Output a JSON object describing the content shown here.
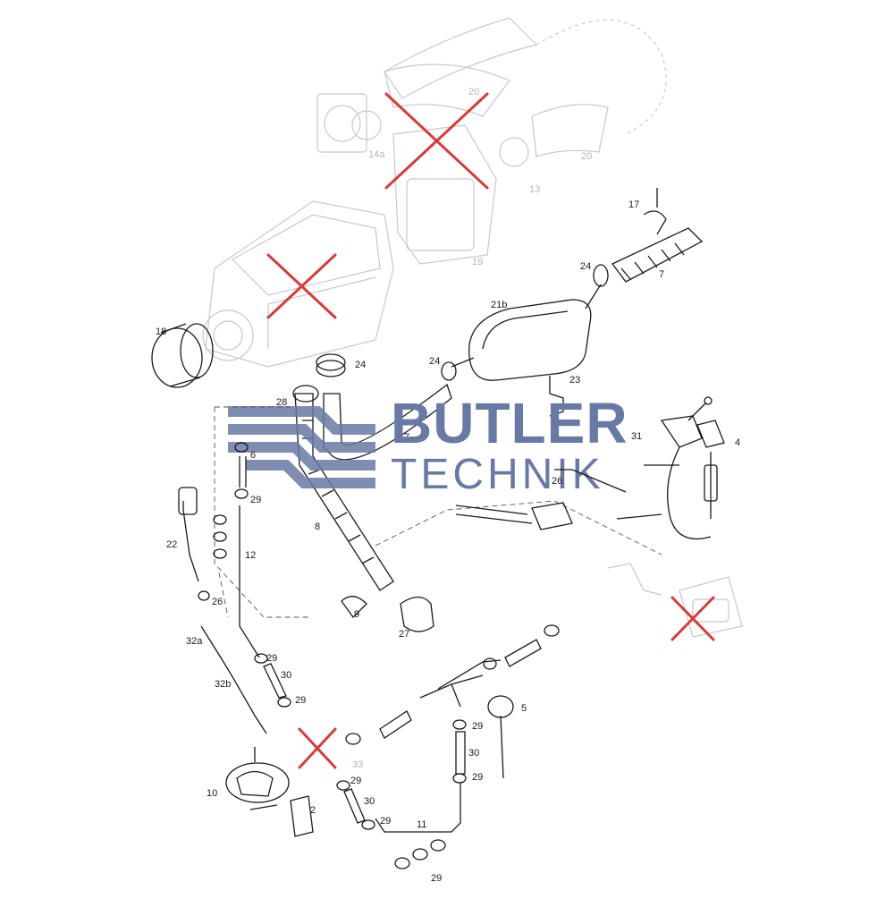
{
  "watermark": {
    "line1": "BUTLER",
    "line2": "TECHNIK",
    "color": "#6879a6"
  },
  "accent": {
    "cross_color": "#d83a3a",
    "line_color": "#1a1a1a",
    "ghost_color": "#c8c8c8"
  },
  "callouts": {
    "c20a": "20",
    "c20b": "20",
    "c14a": "14a",
    "c13": "13",
    "c19": "19",
    "c17": "17",
    "c7a": "7",
    "c24a": "24",
    "c21b": "21b",
    "c18": "18",
    "c24b": "24",
    "c24c": "24",
    "c23": "23",
    "c28": "28",
    "c7b": "7",
    "c31": "31",
    "c4": "4",
    "c6": "6",
    "c26a": "26",
    "c29a": "29",
    "c8": "8",
    "c22": "22",
    "c12": "12",
    "c26b": "26",
    "c9": "9",
    "c27": "27",
    "c32a": "32a",
    "c29b": "29",
    "c30a": "30",
    "c32b": "32b",
    "c29c": "29",
    "c5": "5",
    "c29d": "29",
    "c30b": "30",
    "c33": "33",
    "c29e": "29",
    "c29f": "29",
    "c10": "10",
    "c30c": "30",
    "c2": "2",
    "c29g": "29",
    "c11": "11",
    "c29h": "29"
  },
  "icons": [
    "excluded-cross-icon",
    "heater-unit",
    "exhaust-silencer",
    "fuel-pump"
  ]
}
